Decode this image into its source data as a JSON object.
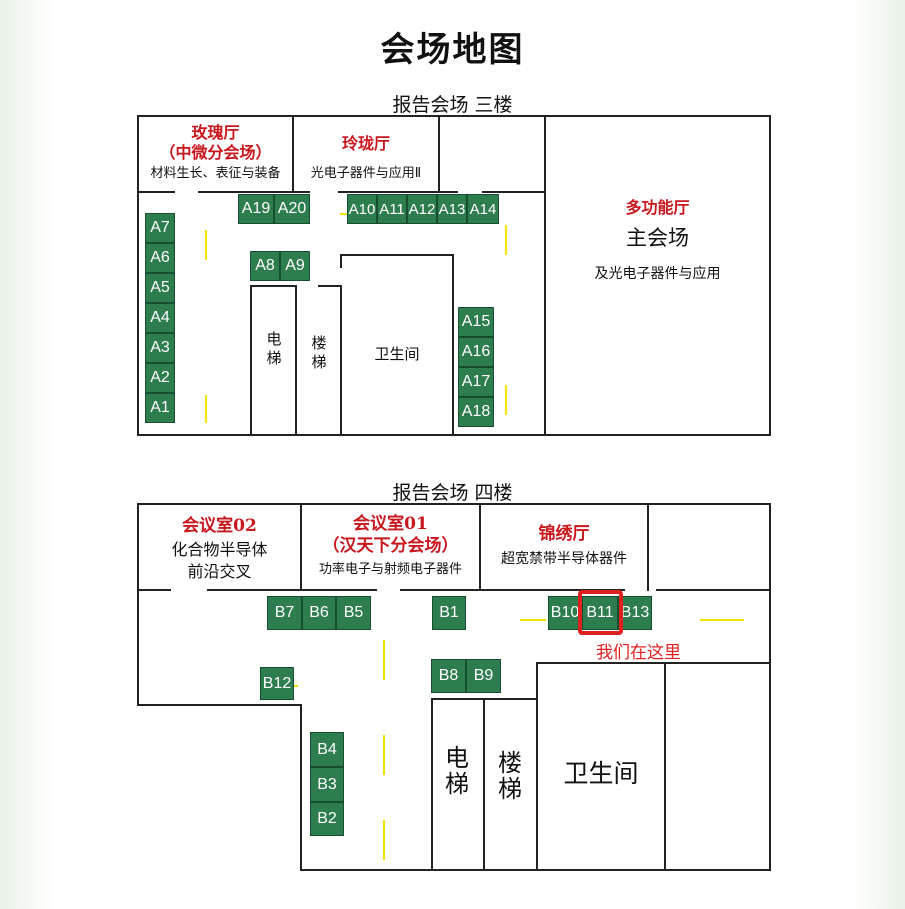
{
  "title": "会场地图",
  "floor3": {
    "heading": "报告会场  三楼",
    "rooms": {
      "meigui_name": "玫瑰厅",
      "meigui_sub": "（中微分会场）",
      "meigui_topic": "材料生长、表征与装备",
      "linglong_name": "玲珑厅",
      "linglong_topic": "光电子器件与应用Ⅱ",
      "duogongneng_name": "多功能厅",
      "duogongneng_main": "主会场",
      "duogongneng_topic": "及光电子器件与应用",
      "elevator": "电梯",
      "stairs": "楼梯",
      "restroom": "卫生间"
    },
    "booths": [
      "A1",
      "A2",
      "A3",
      "A4",
      "A5",
      "A6",
      "A7",
      "A8",
      "A9",
      "A10",
      "A11",
      "A12",
      "A13",
      "A14",
      "A15",
      "A16",
      "A17",
      "A18",
      "A19",
      "A20"
    ]
  },
  "floor4": {
    "heading": "报告会场  四楼",
    "rooms": {
      "room02_name": "会议室02",
      "room02_topic1": "化合物半导体",
      "room02_topic2": "前沿交叉",
      "room01_name": "会议室01",
      "room01_sub": "（汉天下分会场）",
      "room01_topic": "功率电子与射频电子器件",
      "jinxiu_name": "锦绣厅",
      "jinxiu_topic": "超宽禁带半导体器件",
      "elevator": "电梯",
      "stairs": "楼梯",
      "restroom": "卫生间"
    },
    "booths": [
      "B1",
      "B2",
      "B3",
      "B4",
      "B5",
      "B6",
      "B7",
      "B8",
      "B9",
      "B10",
      "B11",
      "B12",
      "B13"
    ],
    "you_are_here": "我们在这里",
    "colors": {
      "marker": "#e02020",
      "booth": "#2e7d4f",
      "room_title": "#c8161d"
    }
  }
}
